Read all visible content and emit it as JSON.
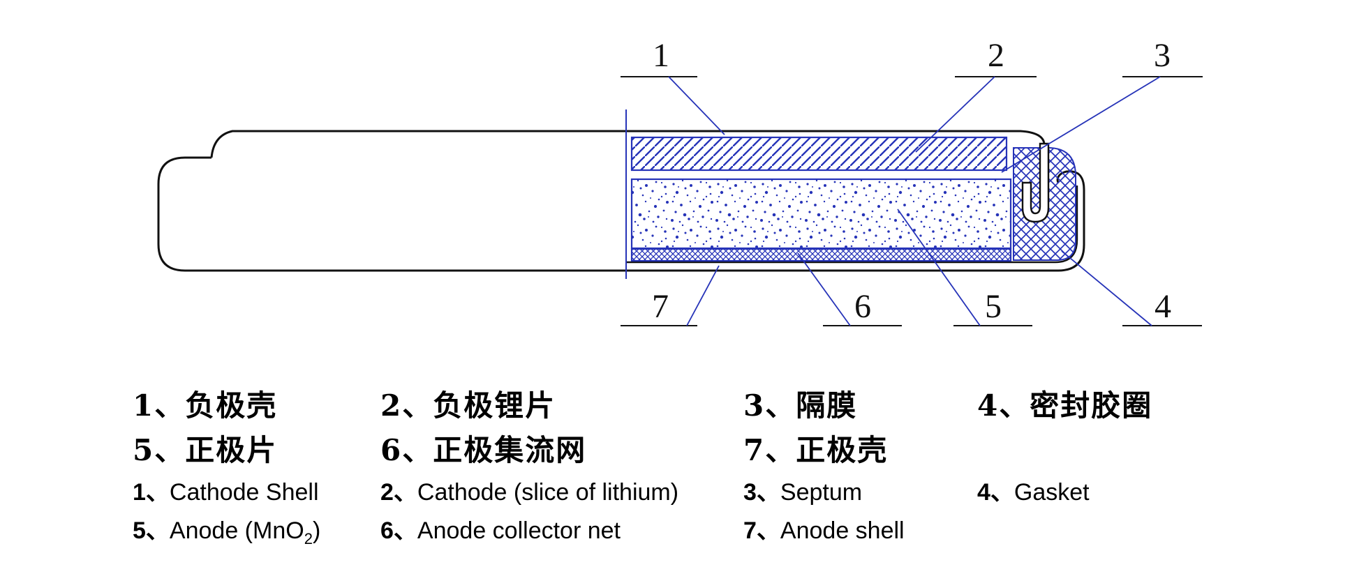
{
  "colors": {
    "line_blue": "#2633b8",
    "outline_black": "#111111",
    "background": "#ffffff"
  },
  "callouts": [
    "1",
    "2",
    "3",
    "4",
    "5",
    "6",
    "7"
  ],
  "legend_zh": [
    {
      "label": "1、负极壳"
    },
    {
      "label": "2、负极锂片"
    },
    {
      "label": "3、隔膜"
    },
    {
      "label": "4、密封胶圈"
    },
    {
      "label": "5、正极片"
    },
    {
      "label": "6、正极集流网"
    },
    {
      "label": "7、正极壳"
    }
  ],
  "legend_en": [
    {
      "num": "1、",
      "text": "Cathode Shell"
    },
    {
      "num": "2、",
      "text": "Cathode (slice of lithium)"
    },
    {
      "num": "3、",
      "text": "Septum"
    },
    {
      "num": "4、",
      "text": "Gasket"
    },
    {
      "num": "5、",
      "pre": "Anode (MnO",
      "sub": "2",
      "post": ")"
    },
    {
      "num": "6、",
      "text": "Anode collector net"
    },
    {
      "num": "7、",
      "text": "Anode shell"
    }
  ]
}
